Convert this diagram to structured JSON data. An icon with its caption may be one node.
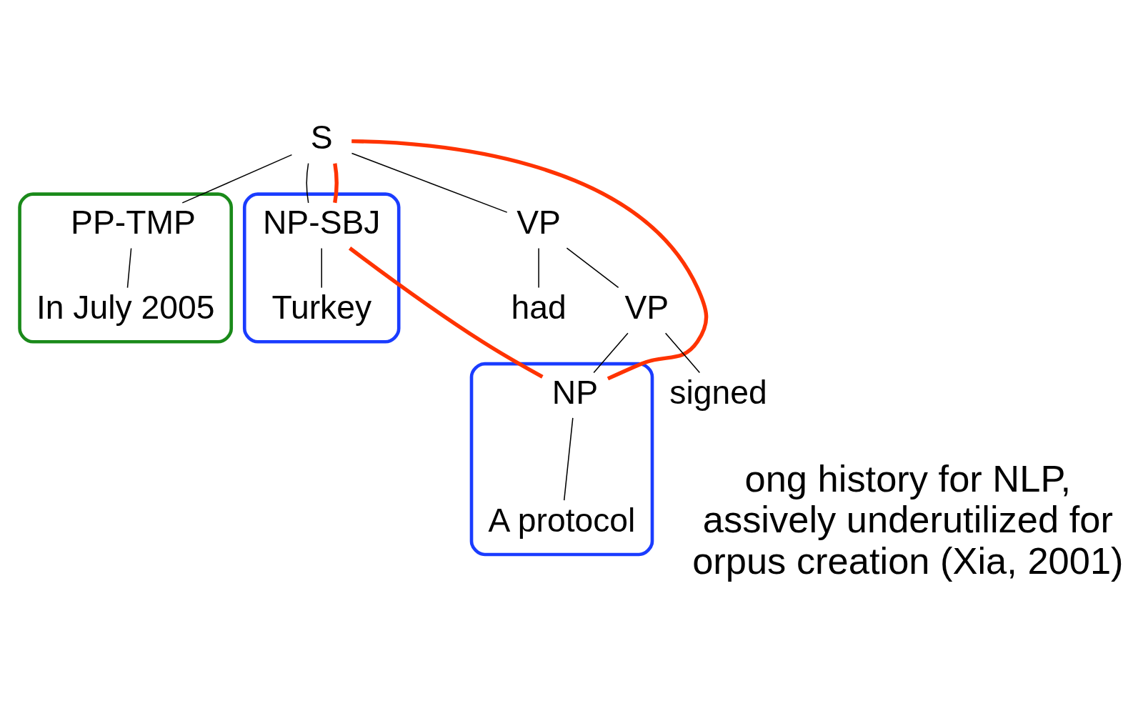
{
  "diagram": {
    "nodes": [
      {
        "text": [
          "S"
        ]
      },
      {
        "text": [],
        "shape": "box"
      },
      {
        "text": [
          "PP-TMP"
        ],
        "in": 1
      },
      {
        "text": [],
        "shape": "box"
      },
      {
        "text": [
          "NP-SBJ"
        ],
        "in": 3
      },
      {
        "text": [
          "VP"
        ]
      },
      {
        "text": [
          "In July 2005"
        ],
        "in": 1
      },
      {
        "text": [
          "Turkey"
        ],
        "in": 3
      },
      {
        "text": [
          "had"
        ]
      },
      {
        "text": [
          "VP"
        ]
      },
      {
        "text": [
          "signed"
        ]
      },
      {
        "text": [],
        "shape": "box"
      },
      {
        "text": [
          "NP"
        ],
        "in": 11
      },
      {
        "text": [
          "A protocol"
        ],
        "in": 11
      }
    ],
    "edges": [
      {
        "from": 0,
        "to": 2,
        "arrow": "none"
      },
      {
        "from": 0,
        "to": 4,
        "arrow": "none"
      },
      {
        "from": 0,
        "to": 5,
        "arrow": "none"
      },
      {
        "from": 2,
        "to": 6,
        "arrow": "none"
      },
      {
        "from": 4,
        "to": 7,
        "arrow": "none"
      },
      {
        "from": 5,
        "to": 8,
        "arrow": "none"
      },
      {
        "from": 5,
        "to": 9,
        "arrow": "none"
      },
      {
        "from": 9,
        "to": 10,
        "arrow": "none"
      },
      {
        "from": 9,
        "to": 12,
        "arrow": "none"
      },
      {
        "from": 12,
        "to": 13,
        "arrow": "none"
      },
      {
        "from": 0,
        "to": 4,
        "arrow": "none",
        "style": "thick",
        "color": "#ff3300"
      },
      {
        "from": 4,
        "to": 12,
        "arrow": "none",
        "style": "thick",
        "color": "#ff3300"
      },
      {
        "from": 0,
        "to": 12,
        "arrow": "none",
        "style": "thick",
        "color": "#ff3300"
      }
    ],
    "labels": [
      "ong history for NLP, assively underutilized for orpus creation (Xia, 2001)"
    ]
  }
}
